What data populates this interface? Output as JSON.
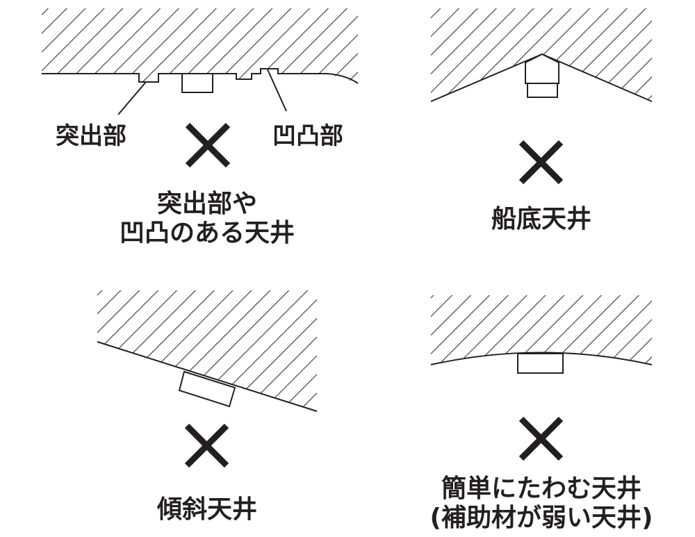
{
  "panels": [
    {
      "id": "uneven",
      "caption_lines": [
        "突出部や",
        "凹凸のある天井"
      ],
      "callouts": [
        "突出部",
        "凹凸部"
      ],
      "mark": "cross-mark"
    },
    {
      "id": "boat-bottom",
      "caption_lines": [
        "船底天井"
      ],
      "mark": "cross-mark"
    },
    {
      "id": "sloped",
      "caption_lines": [
        "傾斜天井"
      ],
      "mark": "cross-mark"
    },
    {
      "id": "sagging",
      "caption_lines": [
        "簡単にたわむ天井",
        "(補助材が弱い天井)"
      ],
      "mark": "cross-mark"
    }
  ],
  "colors": {
    "ink": "#231f20",
    "background": "#ffffff"
  }
}
